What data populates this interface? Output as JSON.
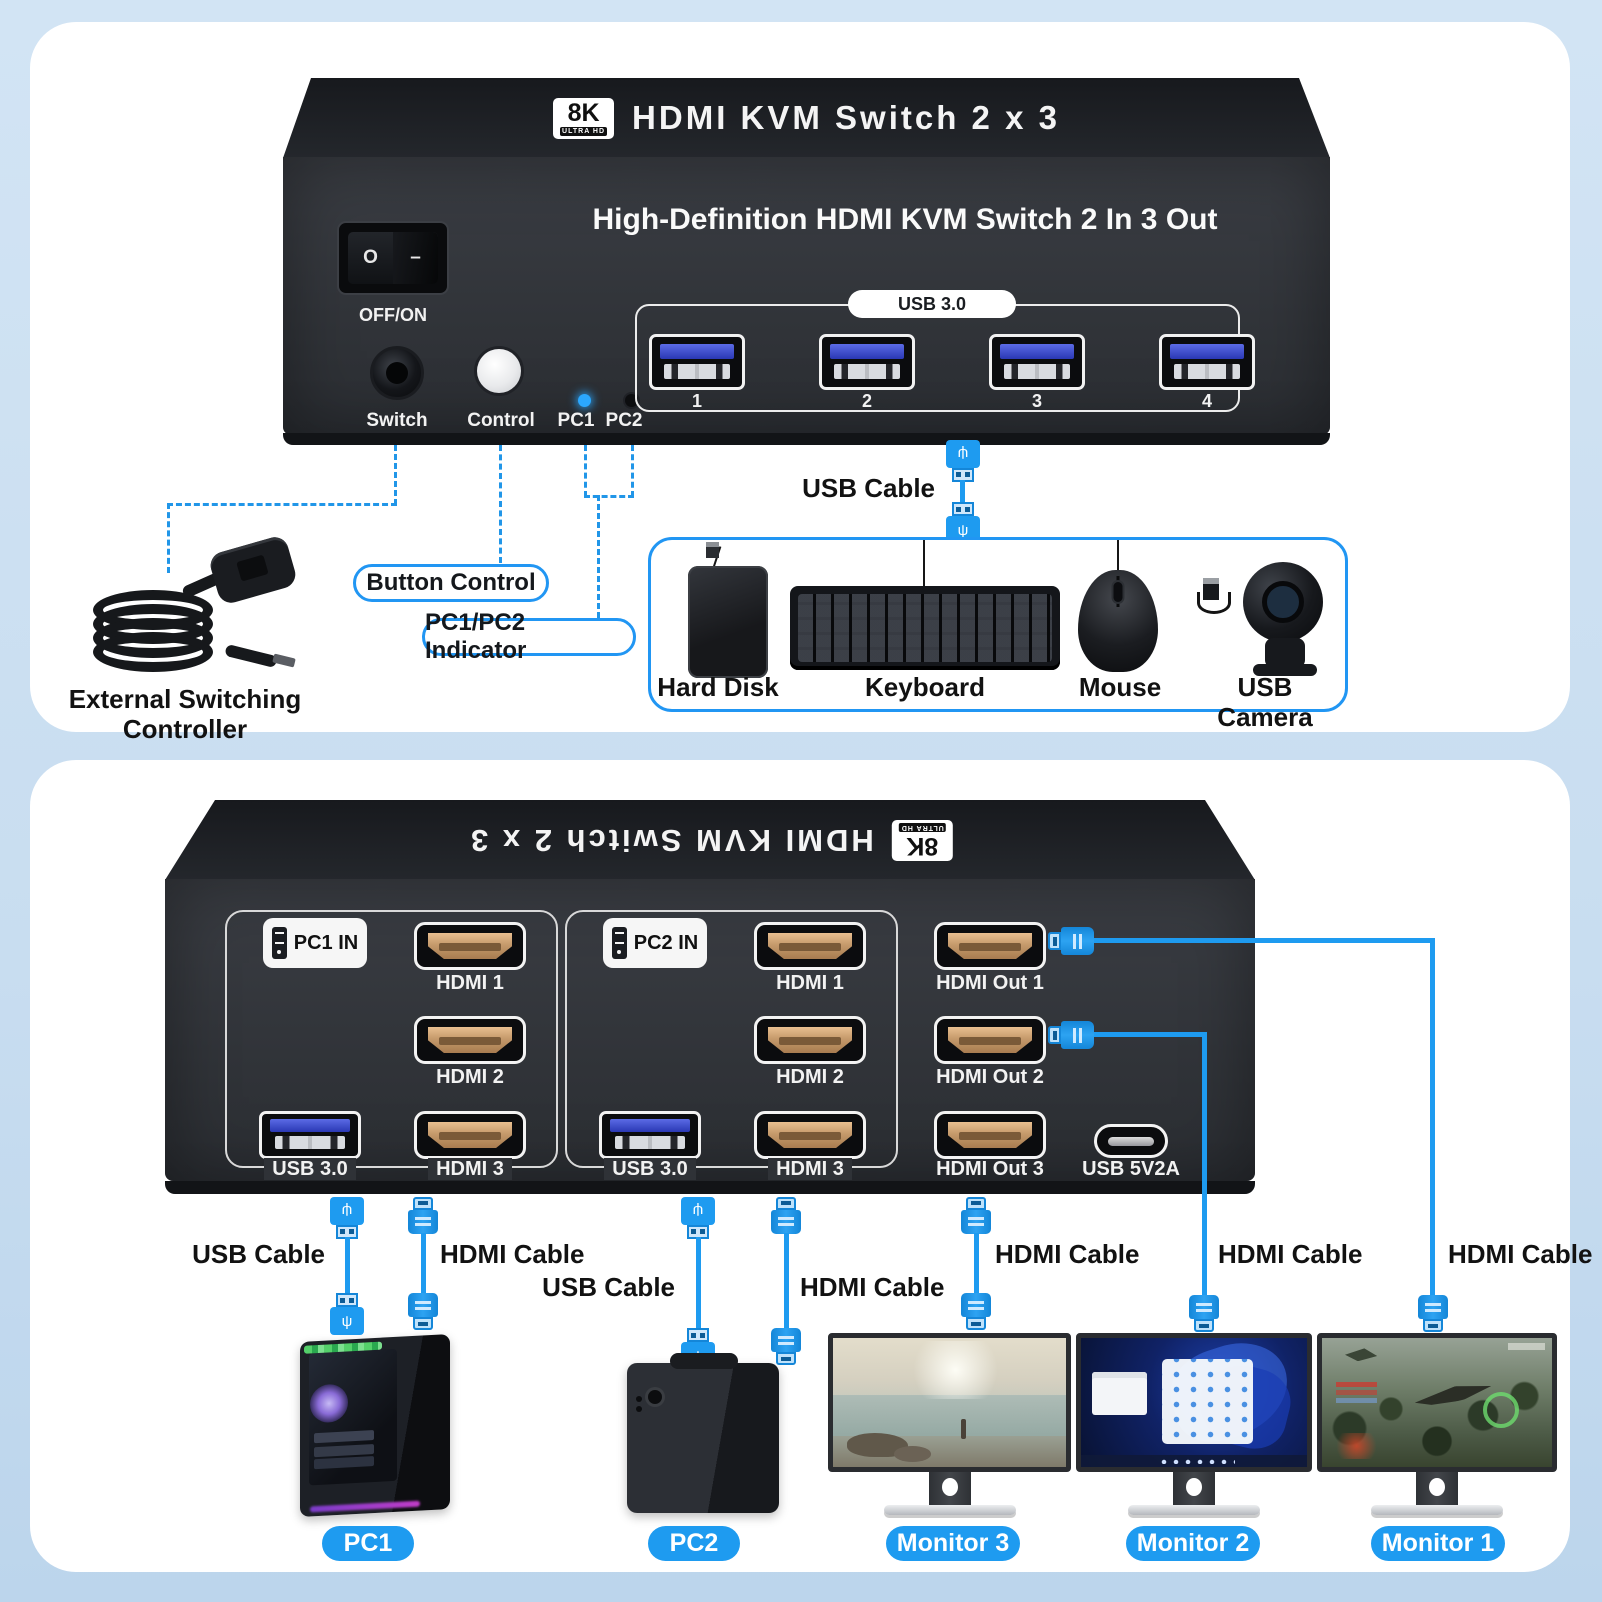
{
  "colors": {
    "accent": "#1e9bf0",
    "callout_border": "#2196f3",
    "led_on": "#2ba8ff",
    "hdmi_gold": "#c59a6b"
  },
  "front": {
    "top_title": "HDMI KVM Switch 2 x 3",
    "logo": "8K",
    "logo_sub": "ULTRA HD",
    "panel_title": "High-Definition HDMI KVM Switch 2 In 3 Out",
    "power_label": "OFF/ON",
    "rocker_off": "O",
    "rocker_on": "–",
    "jack_label": "Switch",
    "button_label": "Control",
    "led1_label": "PC1",
    "led2_label": "PC2",
    "usb_group_label": "USB 3.0",
    "ports": [
      "1",
      "2",
      "3",
      "4"
    ]
  },
  "callouts": {
    "controller": "External Switching Controller",
    "button_control": "Button Control",
    "indicator": "PC1/PC2 Indicator"
  },
  "cables": {
    "usb": "USB Cable",
    "hdmi": "HDMI Cable"
  },
  "peripherals": [
    "Hard Disk",
    "Keyboard",
    "Mouse",
    "USB Camera"
  ],
  "rear": {
    "top_title": "HDMI KVM Switch 2 x 3",
    "logo": "8K",
    "logo_sub": "ULTRA HD",
    "pc1": {
      "badge": "PC1 IN",
      "hdmi1": "HDMI 1",
      "hdmi2": "HDMI 2",
      "hdmi3": "HDMI 3",
      "usb": "USB 3.0"
    },
    "pc2": {
      "badge": "PC2 IN",
      "hdmi1": "HDMI 1",
      "hdmi2": "HDMI 2",
      "hdmi3": "HDMI 3",
      "usb": "USB 3.0"
    },
    "out": {
      "hdmi1": "HDMI Out 1",
      "hdmi2": "HDMI Out 2",
      "hdmi3": "HDMI Out 3",
      "usbc": "USB 5V2A"
    }
  },
  "endpoints": {
    "pc1": "PC1",
    "pc2": "PC2",
    "m1": "Monitor 1",
    "m2": "Monitor 2",
    "m3": "Monitor 3"
  }
}
